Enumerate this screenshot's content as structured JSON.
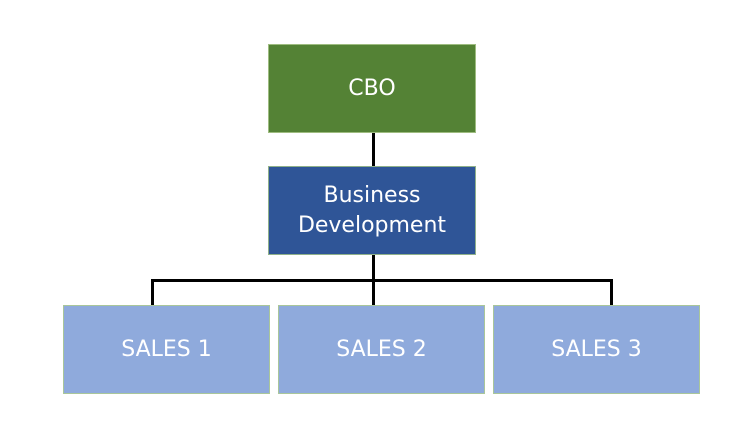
{
  "org_chart": {
    "root": {
      "label": "CBO",
      "color": "#548235"
    },
    "department": {
      "label": "Business\nDevelopment",
      "color": "#2f5597"
    },
    "teams": [
      {
        "label": "SALES 1"
      },
      {
        "label": "SALES 2"
      },
      {
        "label": "SALES 3"
      }
    ],
    "team_color": "#8faadc",
    "connector_color": "#000000"
  }
}
